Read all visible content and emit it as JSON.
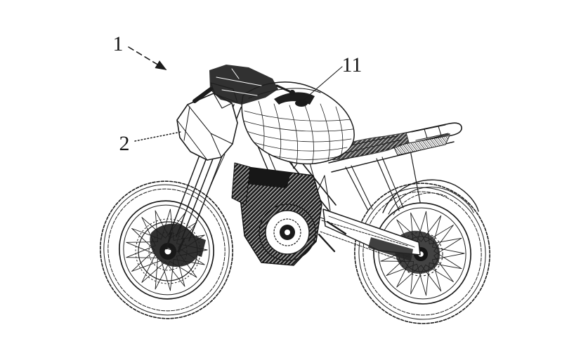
{
  "figure": {
    "subject": "motorcycle patent line drawing, front-left perspective view",
    "background_color": "#ffffff",
    "ink_color": "#1c1c1c",
    "reference_labels": [
      {
        "text": "1",
        "leader": "dashed arrow pointing into figure"
      },
      {
        "text": "2",
        "leader": "dotted line to headlight cowl"
      },
      {
        "text": "11",
        "leader": "solid line to fuel tank cap"
      }
    ]
  }
}
